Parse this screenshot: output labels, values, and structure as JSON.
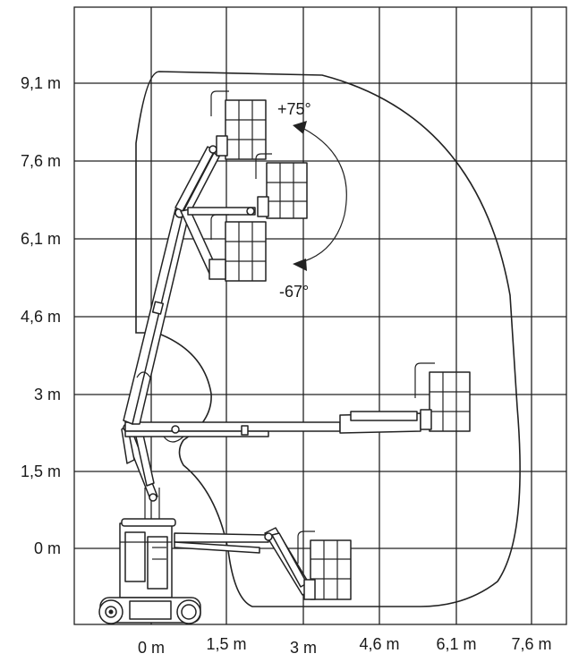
{
  "diagram": {
    "y_axis_labels": [
      "9,1 m",
      "7,6 m",
      "6,1 m",
      "4,6 m",
      "3 m",
      "1,5 m",
      "0 m"
    ],
    "x_axis_labels": [
      "0 m",
      "1,5 m",
      "3 m",
      "4,6 m",
      "6,1 m",
      "7,6 m"
    ],
    "rotation_up_label": "+75°",
    "rotation_down_label": "-67°"
  }
}
